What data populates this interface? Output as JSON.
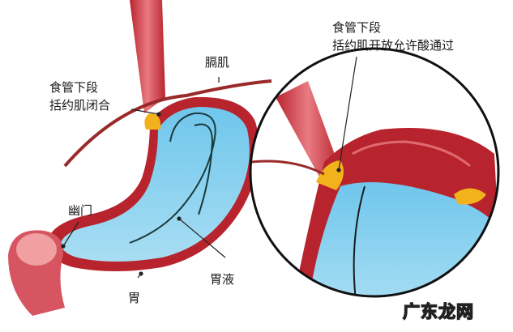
{
  "diagram": {
    "subject": "stomach and lower esophageal sphincter",
    "left_view": {
      "labels": {
        "les_line1": "食管下段",
        "les_line2": "括约肌闭合",
        "diaphragm": "膈肌",
        "pylorus": "幽门",
        "stomach": "胃",
        "gastric_juice": "胃液"
      }
    },
    "right_view": {
      "labels": {
        "les_open_line1": "食管下段",
        "les_open_line2": "括约肌开放允许酸通过"
      }
    },
    "colors": {
      "wall": "#b8242e",
      "wall_light": "#e06a72",
      "fluid": "#8fd3ee",
      "fluid_dark": "#5bb8e0",
      "fat": "#f2b21c",
      "circle_border": "#111111"
    }
  },
  "watermark": {
    "text": "广东龙网"
  }
}
